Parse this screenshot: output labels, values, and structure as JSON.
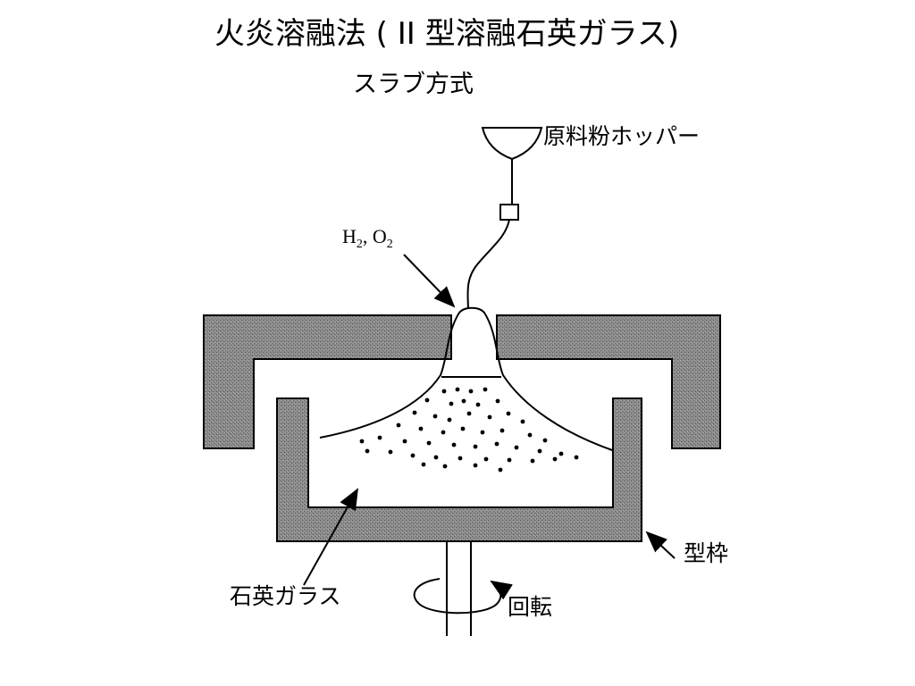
{
  "title": "火炎溶融法 ( II 型溶融石英ガラス)",
  "subtitle": "スラブ方式",
  "labels": {
    "hopper": "原料粉ホッパー",
    "gas_h": "H",
    "gas_h_sub": "2",
    "gas_sep": ", O",
    "gas_o_sub": "2",
    "quartz_glass": "石英ガラス",
    "mold": "型枠",
    "rotation": "回転"
  },
  "colors": {
    "hatch": "#6b6b6b",
    "line": "#000000"
  }
}
